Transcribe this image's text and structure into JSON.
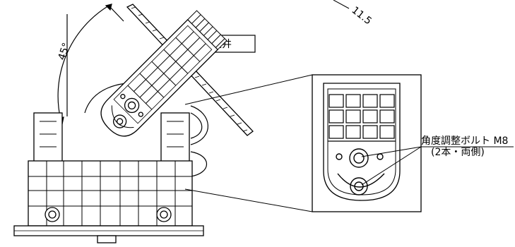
{
  "diagram": {
    "dimension_top_right": "11.5",
    "angle_label": "45°",
    "ceiling_label": "傾斜天井",
    "bolt_label_line1": "角度調整ボルト M8",
    "bolt_label_line2": "(2本・両側)"
  }
}
